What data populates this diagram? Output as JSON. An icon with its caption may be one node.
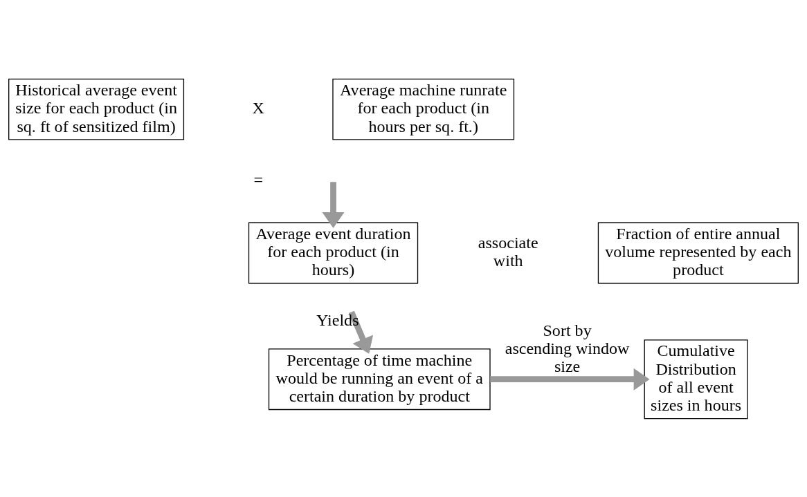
{
  "diagram": {
    "nodes": [
      {
        "text": [
          "Historical average event size for each product (in sq. ft of sensitized film)"
        ]
      },
      {
        "text": [
          "Average machine runrate for each product (in hours per sq. ft.)"
        ]
      },
      {
        "text": [
          "Average event duration for each product (in hours)"
        ]
      },
      {
        "text": [
          "Fraction of entire annual volume represented by each product"
        ]
      },
      {
        "text": [
          "Percentage of time machine would be running an event of a certain duration by product"
        ]
      },
      {
        "text": [
          "Cumulative Distribution of all event sizes in hours"
        ]
      }
    ],
    "edges": [
      {
        "from": null,
        "to": 2,
        "arrow": "to"
      },
      {
        "from": null,
        "to": 4,
        "arrow": "to",
        "label": "Yields"
      },
      {
        "from": 4,
        "to": 5,
        "arrow": "to",
        "label": "Sort by ascending window size"
      }
    ],
    "labels": [
      "X",
      "=",
      "associate with"
    ]
  }
}
